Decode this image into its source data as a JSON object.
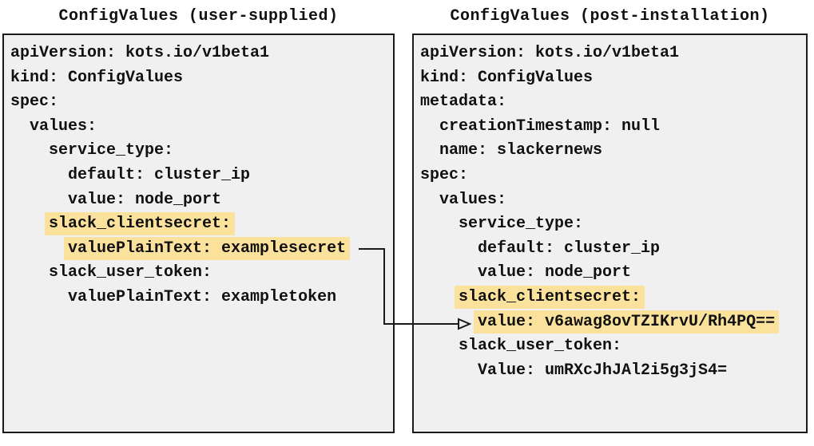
{
  "diagram": {
    "left_panel": {
      "title": "ConfigValues (user-supplied)",
      "lines": [
        {
          "text": "apiVersion: kots.io/v1beta1",
          "highlight": false
        },
        {
          "text": "kind: ConfigValues",
          "highlight": false
        },
        {
          "text": "spec:",
          "highlight": false
        },
        {
          "text": "  values:",
          "highlight": false
        },
        {
          "text": "    service_type:",
          "highlight": false
        },
        {
          "text": "      default: cluster_ip",
          "highlight": false
        },
        {
          "text": "      value: node_port",
          "highlight": false
        },
        {
          "text": "    slack_clientsecret:",
          "highlight": true
        },
        {
          "text": "      valuePlainText: examplesecret",
          "highlight": true
        },
        {
          "text": "    slack_user_token:",
          "highlight": false
        },
        {
          "text": "      valuePlainText: exampletoken",
          "highlight": false
        }
      ]
    },
    "right_panel": {
      "title": "ConfigValues (post-installation)",
      "lines": [
        {
          "text": "apiVersion: kots.io/v1beta1",
          "highlight": false
        },
        {
          "text": "kind: ConfigValues",
          "highlight": false
        },
        {
          "text": "metadata:",
          "highlight": false
        },
        {
          "text": "  creationTimestamp: null",
          "highlight": false
        },
        {
          "text": "  name: slackernews",
          "highlight": false
        },
        {
          "text": "spec:",
          "highlight": false
        },
        {
          "text": "  values:",
          "highlight": false
        },
        {
          "text": "    service_type:",
          "highlight": false
        },
        {
          "text": "      default: cluster_ip",
          "highlight": false
        },
        {
          "text": "      value: node_port",
          "highlight": false
        },
        {
          "text": "    slack_clientsecret:",
          "highlight": true
        },
        {
          "text": "      value: v6awag8ovTZIKrvU/Rh4PQ==",
          "highlight": true
        },
        {
          "text": "    slack_user_token:",
          "highlight": false
        },
        {
          "text": "      Value: umRXcJhJAl2i5g3jS4=",
          "highlight": false
        }
      ]
    },
    "arrow": {
      "from_panel": "left_panel",
      "from_line_index": 8,
      "to_panel": "right_panel",
      "to_line_index": 11
    },
    "colors": {
      "highlight": "#fae19c",
      "panel_bg": "#f0f0f0",
      "panel_border": "#1a1a1a",
      "arrow": "#1a1a1a"
    }
  }
}
